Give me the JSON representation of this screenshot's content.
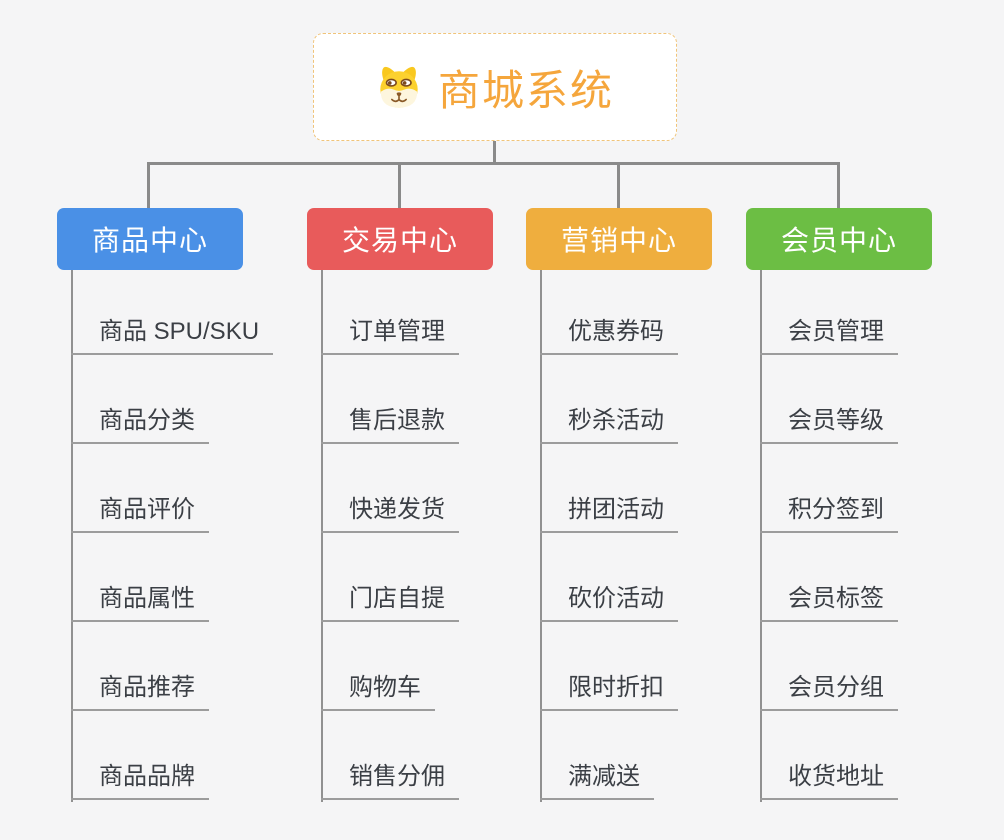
{
  "canvas": {
    "background_color": "#f5f5f6",
    "connector_color": "#8a8a8a",
    "underline_color": "#9c9c9c"
  },
  "root": {
    "title": "商城系统",
    "icon": "dog-face-icon",
    "text_color": "#f5a63c",
    "border_color": "#f0c47a",
    "background_color": "#ffffff"
  },
  "branches": [
    {
      "label": "商品中心",
      "color": "#4a90e6",
      "children": [
        "商品 SPU/SKU",
        "商品分类",
        "商品评价",
        "商品属性",
        "商品推荐",
        "商品品牌"
      ]
    },
    {
      "label": "交易中心",
      "color": "#e85b5b",
      "children": [
        "订单管理",
        "售后退款",
        "快递发货",
        "门店自提",
        "购物车",
        "销售分佣"
      ]
    },
    {
      "label": "营销中心",
      "color": "#efae3e",
      "children": [
        "优惠券码",
        "秒杀活动",
        "拼团活动",
        "砍价活动",
        "限时折扣",
        "满减送"
      ]
    },
    {
      "label": "会员中心",
      "color": "#6cbe44",
      "children": [
        "会员管理",
        "会员等级",
        "积分签到",
        "会员标签",
        "会员分组",
        "收货地址"
      ]
    }
  ]
}
